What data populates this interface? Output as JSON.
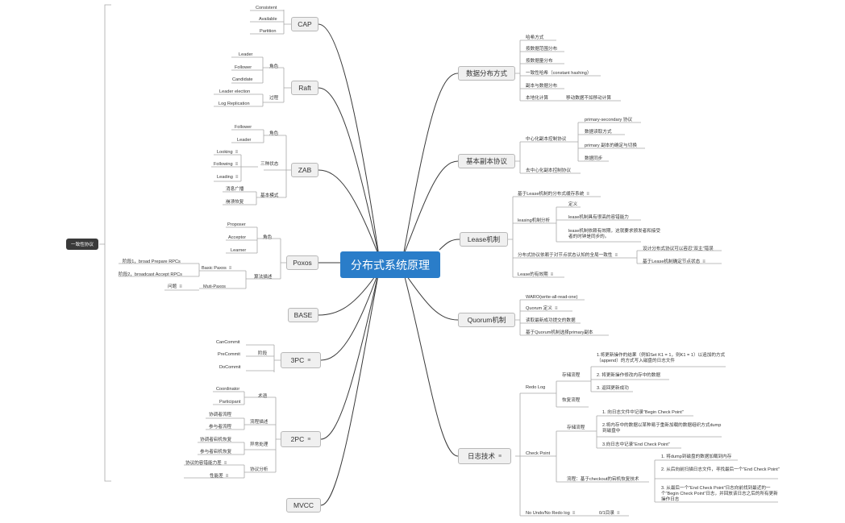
{
  "center": "分布式系统原理",
  "side_label": "一致性协议",
  "note_icon": "≡",
  "left": {
    "cap": {
      "title": "CAP",
      "items": [
        "Consistent",
        "Available",
        "Partition"
      ]
    },
    "raft": {
      "title": "Raft",
      "role": "角色",
      "roles": [
        "Leader",
        "Follower",
        "Candidate"
      ],
      "process": "过程",
      "procs": [
        "Leader election",
        "Log Replication"
      ]
    },
    "zab": {
      "title": "ZAB",
      "role": "角色",
      "roles": [
        "Follower",
        "Leader"
      ],
      "states_label": "三种状态",
      "states": [
        "Looking",
        "Following",
        "Leading"
      ],
      "mode_label": "基本模式",
      "modes": [
        "消息广播",
        "崩溃恢复"
      ]
    },
    "paxos": {
      "title": "Poxos",
      "role": "角色",
      "roles": [
        "Proposer",
        "Acceptor",
        "Learner"
      ],
      "algo": "算法描述",
      "basic": "Basic Paxos",
      "phase1": "阶段1，broad Prepare RPCs",
      "phase2": "阶段2，broadcast Accept RPCs",
      "multi": "Muti-Paxos",
      "problem": "问题"
    },
    "base": {
      "title": "BASE"
    },
    "3pc": {
      "title": "3PC",
      "phase": "阶段",
      "items": [
        "CanCommit",
        "PreCommit",
        "DoCommit"
      ]
    },
    "2pc": {
      "title": "2PC",
      "term": "术语",
      "terms": [
        "Coordinator",
        "Participant"
      ],
      "flow": "流程描述",
      "flows": [
        "协调者流程",
        "参与者流程"
      ],
      "exc": "异常处理",
      "excs": [
        "协调者宕机恢复",
        "参与者宕机恢复"
      ],
      "analysis": "协议分析",
      "analyses": [
        "协议的容错能力差",
        "性能差"
      ]
    },
    "mvcc": {
      "title": "MVCC"
    }
  },
  "right": {
    "data_dist": {
      "title": "数据分布方式",
      "items": [
        "哈希方式",
        "按数据范围分布",
        "按数据量分布",
        "一致性哈希（constant hashing）",
        "副本与数据分布",
        "本地化计算"
      ],
      "local_sub": "移动数据不如移动计算"
    },
    "replica": {
      "title": "基本副本协议",
      "central": "中心化副本控制协议",
      "central_items": [
        "primary-secondary 协议",
        "数据读取方式",
        "primary 副本的确定与切换",
        "数据同步"
      ],
      "decentral": "去中心化副本控制协议"
    },
    "lease": {
      "title": "Lease机制",
      "item1": "基于Lease机制的分布式缓存系统",
      "analysis": "leasing机制分析",
      "analysis_items": [
        "定义",
        "lease机制具有很高的容错能力",
        "lease机制依赖有效期，这就要求颁发者和接受者的时钟是同步的。"
      ],
      "consistency": "分布式协议依赖于对节点状态认知的全局一致性",
      "consistency_items": [
        "设计分布式协议可以容忍“双主”错误",
        "基于Lease机制确定节点状态"
      ],
      "expire": "Lease的有效期"
    },
    "quorum": {
      "title": "Quorum机制",
      "items": [
        "WARO(write-all-read-one)",
        "Quorum 定义",
        "读取最新成功提交的数据",
        "基于Quorum机制选择primary副本"
      ]
    },
    "log": {
      "title": "日志技术",
      "redo": "Redo Log",
      "store": "存储流程",
      "store_items": [
        "1.将更新操作的结果（例如Set K1 = 1，则K1 = 1）以追加的方式（append）的方式写入磁盘的日志文件",
        "2. 将更新操作修改内存中的数据",
        "3. 返回更新成功"
      ],
      "recover": "恢复流程",
      "checkpoint": "Check Point",
      "cp_store": "存储流程",
      "cp_store_items": [
        "1. 向日志文件中记录“Begin Check Point”",
        "2.将内存中的数据以某种易于重新加载的数据组织方式dump到磁盘中",
        "3.向日志中记录“End Check Point”"
      ],
      "cp_flow": "流程：基于checkout的宕机恢复技术",
      "cp_flow_items": [
        "1. 将dump到磁盘的数据加载到内存",
        "2. 从后向前扫描日志文件，寻找最后一个“End Check Point”",
        "3. 从最后一个“End Check Point”日志向前找到最近的一个“Begin Check Point”日志，并回放该日志之后的所有更新操作日志"
      ],
      "noundo": "No Undo/No Redo log",
      "noundo_sub": "0/1目录"
    }
  }
}
